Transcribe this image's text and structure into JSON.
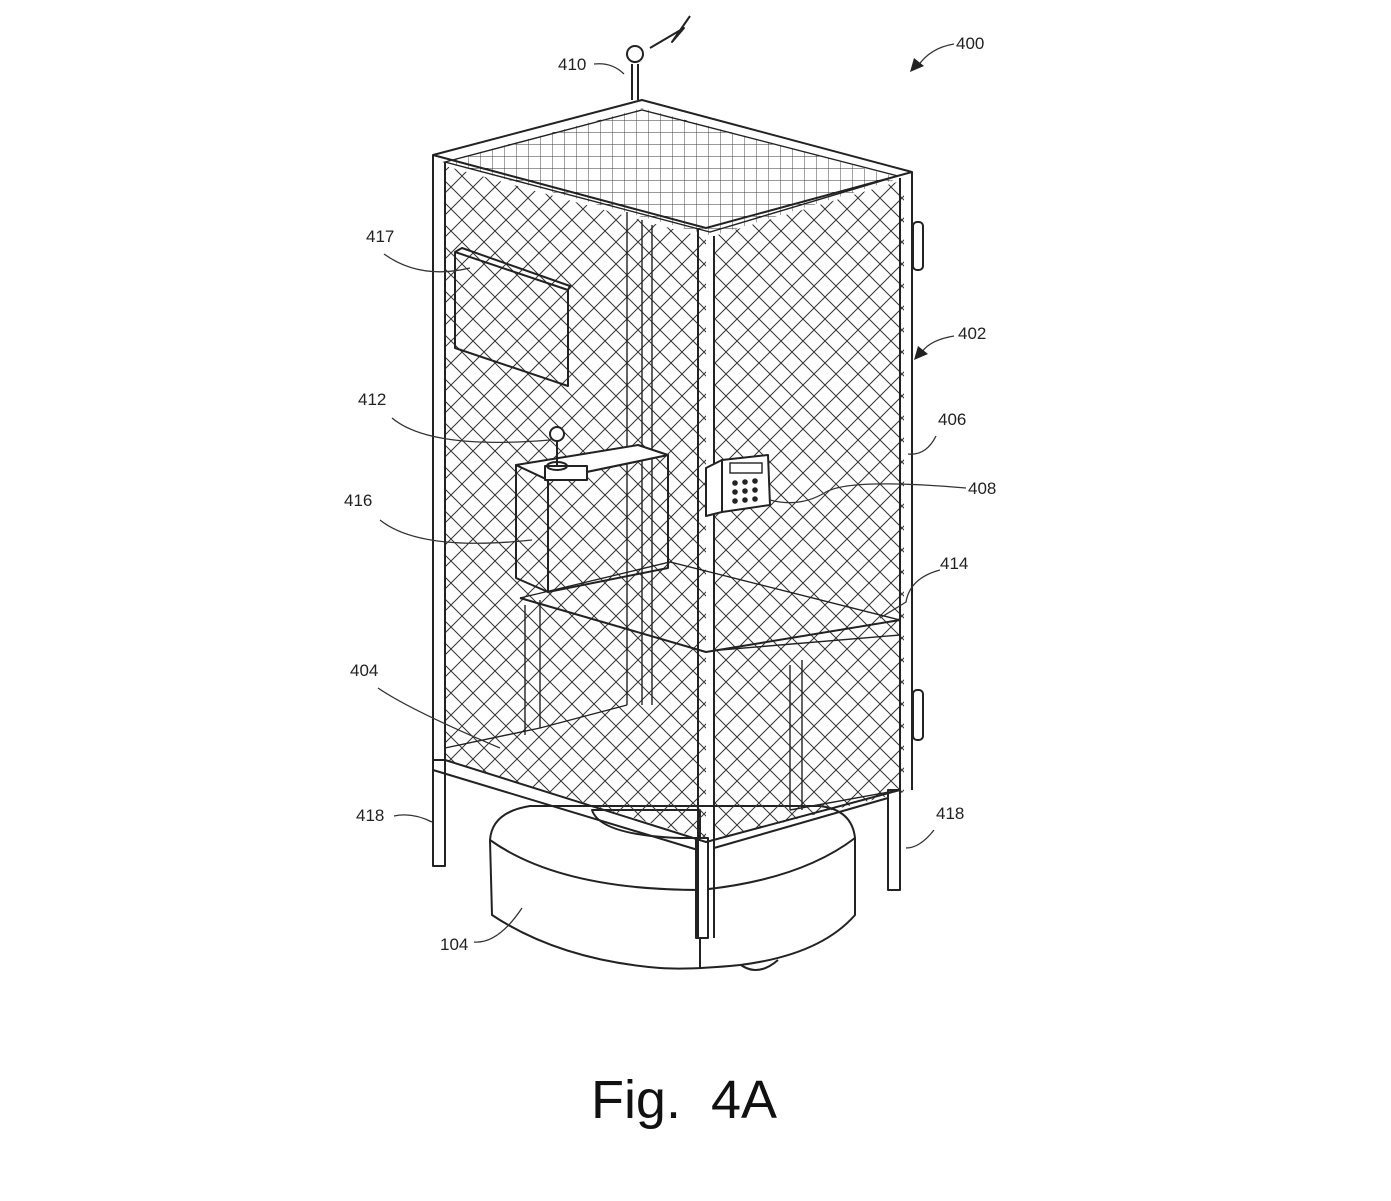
{
  "figure": {
    "caption": "Fig.  4A",
    "labels": {
      "l400": "400",
      "l402": "402",
      "l404": "404",
      "l406": "406",
      "l408": "408",
      "l410": "410",
      "l412": "412",
      "l414": "414",
      "l416": "416",
      "l417": "417",
      "l418a": "418",
      "l418b": "418",
      "l104": "104"
    },
    "colors": {
      "line": "#222222",
      "background": "#ffffff"
    }
  }
}
